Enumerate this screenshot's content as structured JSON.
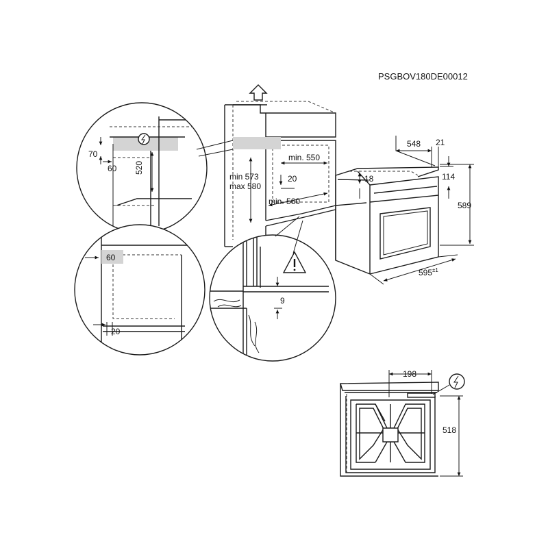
{
  "doc_code": "PSGBOV180DE00012",
  "labels": {
    "d548": "548",
    "d21": "21",
    "d114": "114",
    "d18": "18",
    "d589": "589",
    "d595": "595",
    "d595_tol": "±1",
    "min550": "min. 550",
    "min560": "min. 560",
    "d20_cab": "20",
    "min573": "min 573",
    "max580": "max 580",
    "d70": "70",
    "d60_detail": "60",
    "d520": "520",
    "d60_vent": "60",
    "d20_vent": "20",
    "d9": "9",
    "d198": "198",
    "d518": "518"
  },
  "icons": {
    "power": "lightning-bolt-in-circle",
    "warning": "exclamation-triangle",
    "arrow_up": "outline-arrow-up"
  }
}
